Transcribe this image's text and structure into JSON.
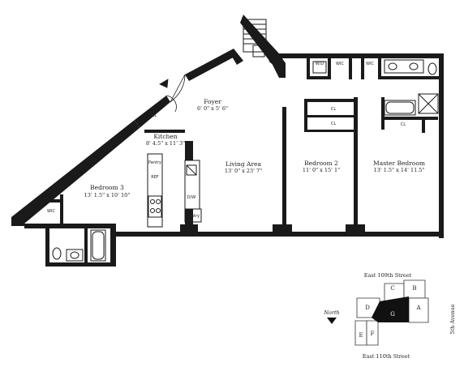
{
  "rooms": {
    "foyer": {
      "name": "Foyer",
      "dims": "6' 0\" x 5' 6\""
    },
    "kitchen": {
      "name": "Kitchen",
      "dims": "8' 4.5\" x 11' 3\""
    },
    "living": {
      "name": "Living Area",
      "dims": "13' 0\" x 23' 7\""
    },
    "bedroom2": {
      "name": "Bedroom 2",
      "dims": "11' 0\" x 15' 1\""
    },
    "master": {
      "name": "Master Bedroom",
      "dims": "13' 1.5\" x 14' 11.5\""
    },
    "bedroom3": {
      "name": "Bedroom 3",
      "dims": "13' 1.5\" x 10' 10\""
    }
  },
  "fixtures": {
    "cl": "CL",
    "wic": "WIC",
    "wd": "W/D",
    "pantry": "Pantry",
    "ref": "REF",
    "dw": "D/W"
  },
  "keyplan": {
    "top_street": "East 109th Street",
    "bottom_street": "East 110th Street",
    "avenue": "5th Avenue",
    "north": "North",
    "units": [
      "A",
      "B",
      "C",
      "D",
      "E",
      "F",
      "G"
    ],
    "highlight": "G"
  },
  "colors": {
    "wall": "#1a1a1a",
    "highlight": "#111111"
  }
}
